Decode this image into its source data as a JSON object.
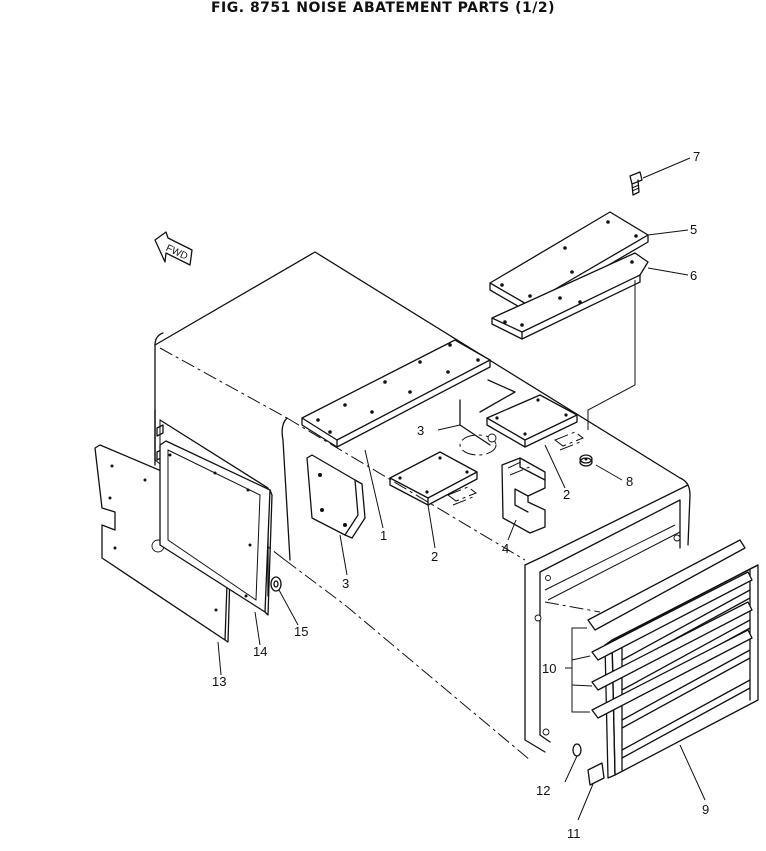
{
  "title": "FIG. 8751  NOISE ABATEMENT PARTS (1/2)",
  "fwd_label": "FWD",
  "callouts": [
    {
      "id": "1",
      "text": "1"
    },
    {
      "id": "2a",
      "text": "2"
    },
    {
      "id": "2b",
      "text": "2"
    },
    {
      "id": "3a",
      "text": "3"
    },
    {
      "id": "3b",
      "text": "3"
    },
    {
      "id": "4",
      "text": "4"
    },
    {
      "id": "5",
      "text": "5"
    },
    {
      "id": "6",
      "text": "6"
    },
    {
      "id": "7",
      "text": "7"
    },
    {
      "id": "8",
      "text": "8"
    },
    {
      "id": "9",
      "text": "9"
    },
    {
      "id": "10",
      "text": "10"
    },
    {
      "id": "11",
      "text": "11"
    },
    {
      "id": "12",
      "text": "12"
    },
    {
      "id": "13",
      "text": "13"
    },
    {
      "id": "14",
      "text": "14"
    },
    {
      "id": "15",
      "text": "15"
    }
  ]
}
